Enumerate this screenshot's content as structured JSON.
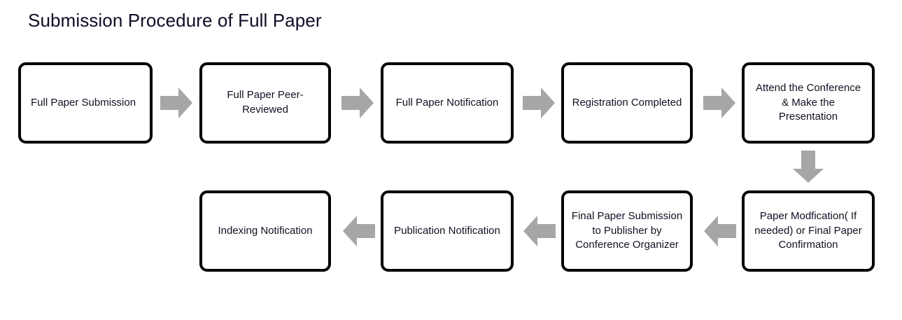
{
  "title": "Submission Procedure of Full Paper",
  "colors": {
    "arrow_gray": "#a6a6a6",
    "box_border": "#000000",
    "box_fill": "#ffffff",
    "text": "#111122",
    "title_text": "#0d0d26"
  },
  "diagram": {
    "type": "flowchart",
    "rows": 2,
    "flow_direction_row1": "left-to-right",
    "flow_direction_row2": "right-to-left",
    "nodes": [
      {
        "id": "n1",
        "label": "Full Paper Submission",
        "row": 1,
        "order": 1
      },
      {
        "id": "n2",
        "label": "Full Paper Peer-Reviewed",
        "row": 1,
        "order": 2
      },
      {
        "id": "n3",
        "label": "Full Paper Notification",
        "row": 1,
        "order": 3
      },
      {
        "id": "n4",
        "label": "Registration Completed",
        "row": 1,
        "order": 4
      },
      {
        "id": "n5",
        "label": "Attend the Conference & Make the Presentation",
        "row": 1,
        "order": 5
      },
      {
        "id": "n6",
        "label": "Paper Modfication( If needed) or Final Paper Confirmation",
        "row": 2,
        "order": 6
      },
      {
        "id": "n7",
        "label": "Final Paper Submission to Publisher by Conference Organizer",
        "row": 2,
        "order": 7
      },
      {
        "id": "n8",
        "label": "Publication Notification",
        "row": 2,
        "order": 8
      },
      {
        "id": "n9",
        "label": "Indexing Notification",
        "row": 2,
        "order": 9
      }
    ],
    "connectors": [
      {
        "from": "n1",
        "to": "n2",
        "direction": "right"
      },
      {
        "from": "n2",
        "to": "n3",
        "direction": "right"
      },
      {
        "from": "n3",
        "to": "n4",
        "direction": "right"
      },
      {
        "from": "n4",
        "to": "n5",
        "direction": "right"
      },
      {
        "from": "n5",
        "to": "n6",
        "direction": "down"
      },
      {
        "from": "n6",
        "to": "n7",
        "direction": "left"
      },
      {
        "from": "n7",
        "to": "n8",
        "direction": "left"
      },
      {
        "from": "n8",
        "to": "n9",
        "direction": "left"
      }
    ]
  }
}
